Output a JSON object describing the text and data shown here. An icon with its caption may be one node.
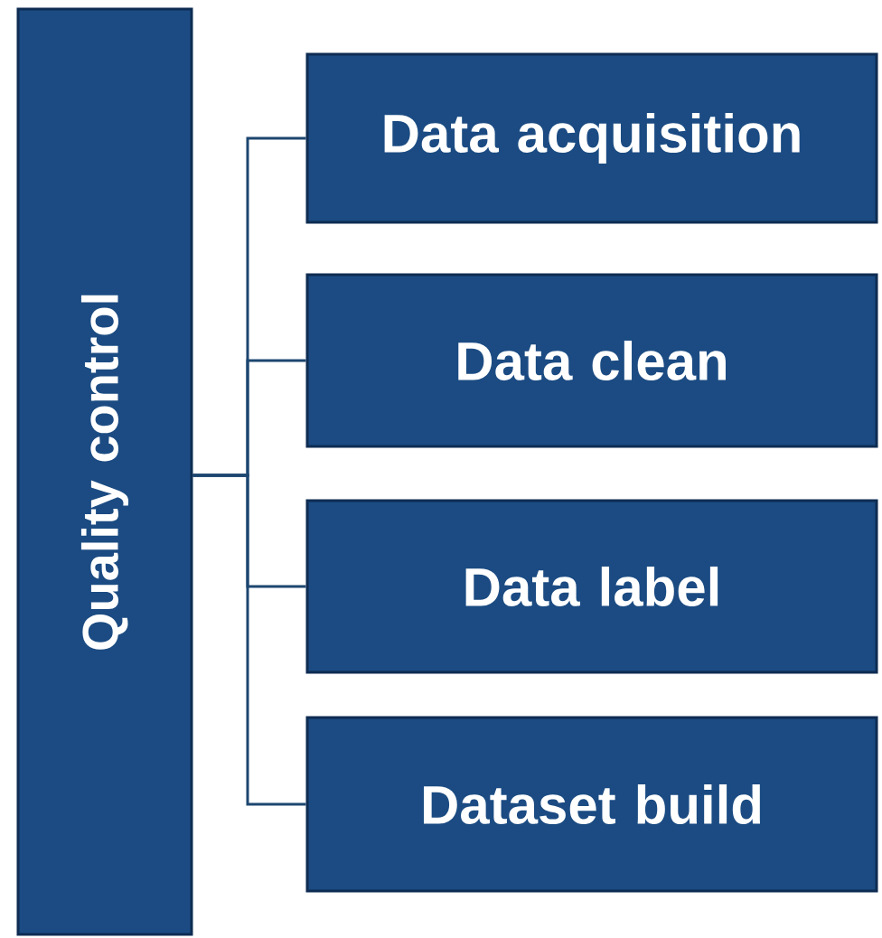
{
  "diagram": {
    "nodes": [
      {
        "text": [
          "Quality control"
        ]
      },
      {
        "text": [
          "Data acquisition"
        ]
      },
      {
        "text": [
          "Data clean"
        ]
      },
      {
        "text": [
          "Data label"
        ]
      },
      {
        "text": [
          "Dataset build"
        ]
      }
    ],
    "edges": [
      {
        "from": 0,
        "to": 1,
        "arrow": "none"
      },
      {
        "from": 0,
        "to": 2,
        "arrow": "none"
      },
      {
        "from": 0,
        "to": 3,
        "arrow": "none"
      },
      {
        "from": 0,
        "to": 4,
        "arrow": "none"
      }
    ]
  }
}
